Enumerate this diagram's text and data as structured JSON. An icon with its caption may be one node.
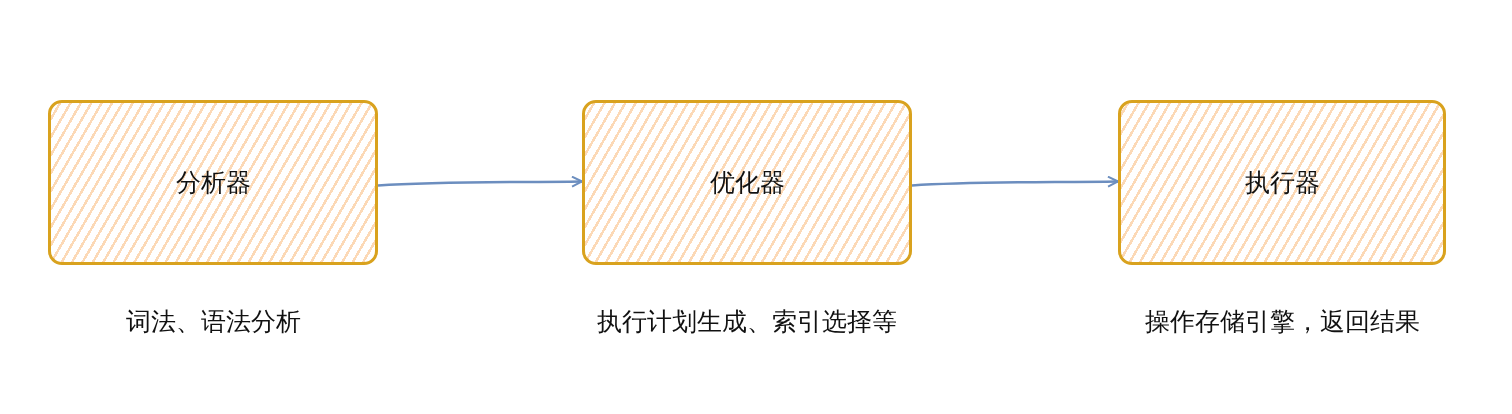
{
  "diagram": {
    "nodes": [
      {
        "text": [
          "分析器"
        ],
        "beside": [
          "词法、语法分析"
        ]
      },
      {
        "text": [
          "优化器"
        ],
        "beside": [
          "执行计划生成、索引选择等"
        ]
      },
      {
        "text": [
          "执行器"
        ],
        "beside": [
          "操作存储引擎，返回结果"
        ]
      }
    ],
    "edges": [
      {
        "from": 0,
        "to": 1,
        "arrow": "to"
      },
      {
        "from": 1,
        "to": 2,
        "arrow": "to"
      }
    ]
  }
}
